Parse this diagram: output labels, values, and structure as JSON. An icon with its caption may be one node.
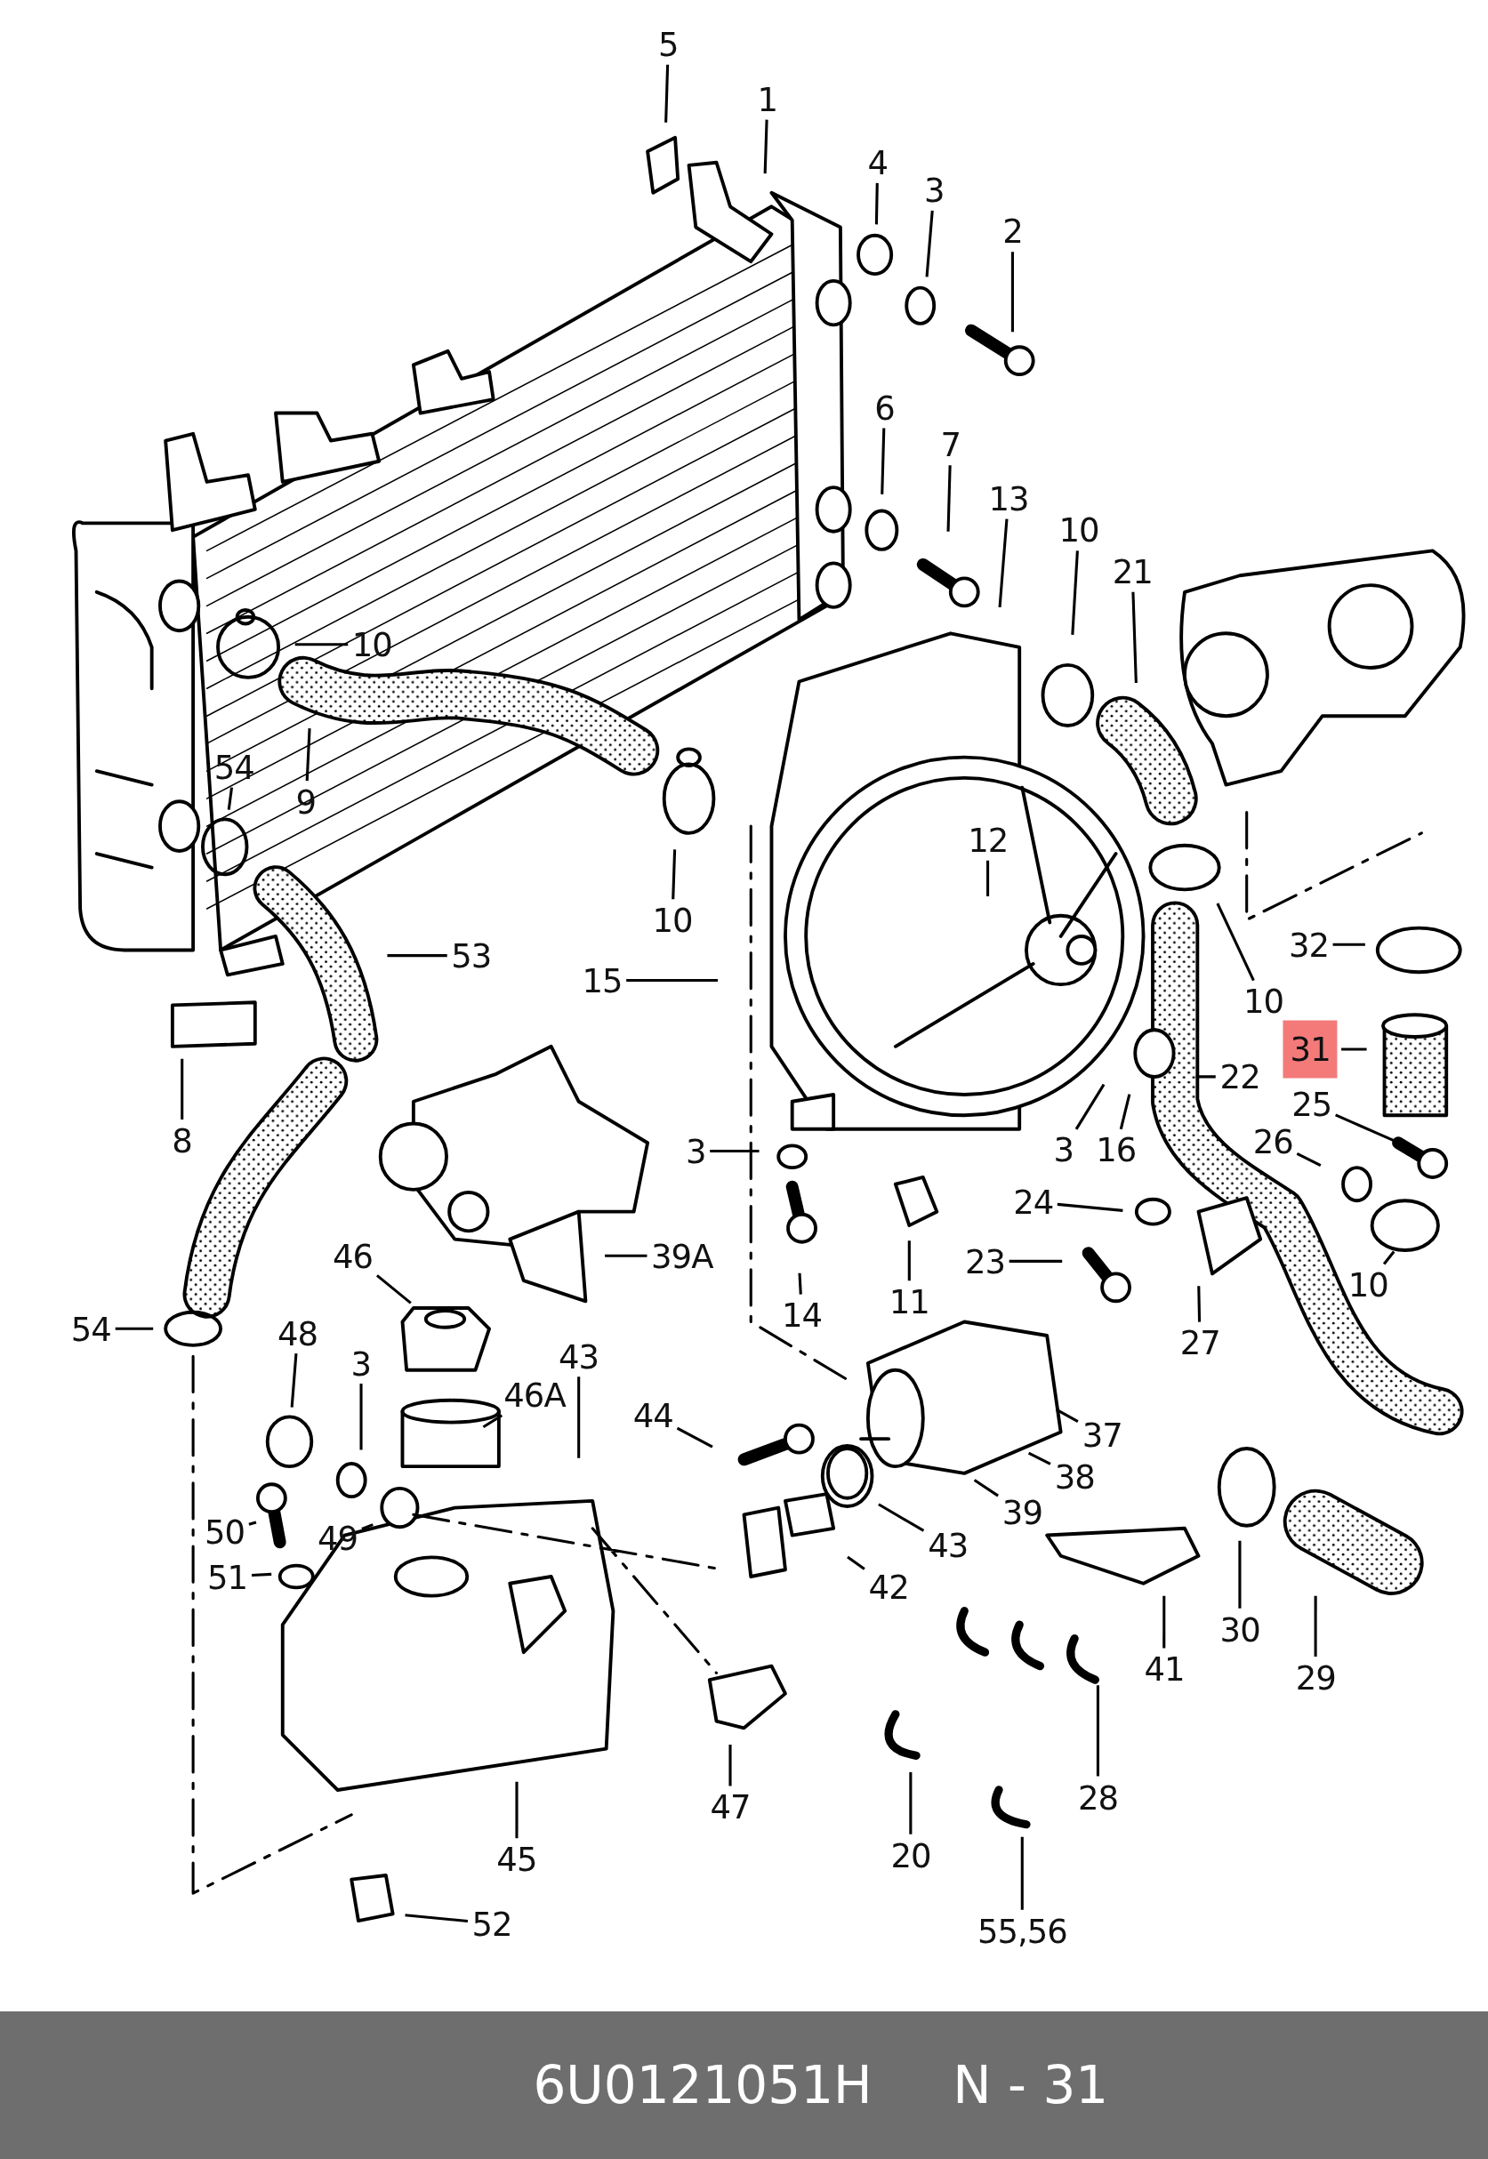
{
  "diagram": {
    "nodes": [
      {
        "text": [
          "5"
        ]
      },
      {
        "text": [
          "1"
        ]
      },
      {
        "text": [
          "4"
        ]
      },
      {
        "text": [
          "3"
        ]
      },
      {
        "text": [
          "2"
        ]
      },
      {
        "text": [
          "6"
        ]
      },
      {
        "text": [
          "7"
        ]
      },
      {
        "text": [
          "13"
        ]
      },
      {
        "text": [
          "10"
        ]
      },
      {
        "text": [
          "21"
        ]
      },
      {
        "text": [
          "10"
        ]
      },
      {
        "text": [
          "54"
        ]
      },
      {
        "text": [
          "9"
        ]
      },
      {
        "text": [
          "12"
        ]
      },
      {
        "text": [
          "10"
        ]
      },
      {
        "text": [
          "53"
        ]
      },
      {
        "text": [
          "32"
        ]
      },
      {
        "text": [
          "15"
        ]
      },
      {
        "text": [
          "10"
        ]
      },
      {
        "text": [
          "31"
        ]
      },
      {
        "text": [
          "22"
        ]
      },
      {
        "text": [
          "25"
        ]
      },
      {
        "text": [
          "8"
        ]
      },
      {
        "text": [
          "26"
        ]
      },
      {
        "text": [
          "3"
        ]
      },
      {
        "text": [
          "3"
        ]
      },
      {
        "text": [
          "16"
        ]
      },
      {
        "text": [
          "24"
        ]
      },
      {
        "text": [
          "39A"
        ]
      },
      {
        "text": [
          "46"
        ]
      },
      {
        "text": [
          "23"
        ]
      },
      {
        "text": [
          "10"
        ]
      },
      {
        "text": [
          "11"
        ]
      },
      {
        "text": [
          "14"
        ]
      },
      {
        "text": [
          "54"
        ]
      },
      {
        "text": [
          "48"
        ]
      },
      {
        "text": [
          "27"
        ]
      },
      {
        "text": [
          "43"
        ]
      },
      {
        "text": [
          "3"
        ]
      },
      {
        "text": [
          "46A"
        ]
      },
      {
        "text": [
          "44"
        ]
      },
      {
        "text": [
          "37"
        ]
      },
      {
        "text": [
          "38"
        ]
      },
      {
        "text": [
          "39"
        ]
      },
      {
        "text": [
          "50"
        ]
      },
      {
        "text": [
          "49"
        ]
      },
      {
        "text": [
          "43"
        ]
      },
      {
        "text": [
          "51"
        ]
      },
      {
        "text": [
          "42"
        ]
      },
      {
        "text": [
          "30"
        ]
      },
      {
        "text": [
          "41"
        ]
      },
      {
        "text": [
          "29"
        ]
      },
      {
        "text": [
          "28"
        ]
      },
      {
        "text": [
          "47"
        ]
      },
      {
        "text": [
          "20"
        ]
      },
      {
        "text": [
          "45"
        ]
      },
      {
        "text": [
          "52"
        ]
      },
      {
        "text": [
          "55,56"
        ]
      }
    ],
    "edges": [
      {
        "from": 0,
        "to": null,
        "arrow": "none"
      },
      {
        "from": 1,
        "to": null,
        "arrow": "none"
      },
      {
        "from": 2,
        "to": null,
        "arrow": "none"
      },
      {
        "from": 3,
        "to": null,
        "arrow": "none"
      },
      {
        "from": 4,
        "to": null,
        "arrow": "none"
      },
      {
        "from": 5,
        "to": null,
        "arrow": "none"
      },
      {
        "from": 6,
        "to": null,
        "arrow": "none"
      },
      {
        "from": 7,
        "to": null,
        "arrow": "none"
      },
      {
        "from": 8,
        "to": null,
        "arrow": "none"
      },
      {
        "from": 9,
        "to": null,
        "arrow": "none"
      },
      {
        "from": 10,
        "to": null,
        "arrow": "none"
      },
      {
        "from": 11,
        "to": null,
        "arrow": "none"
      },
      {
        "from": 12,
        "to": null,
        "arrow": "none"
      },
      {
        "from": 13,
        "to": null,
        "arrow": "none"
      },
      {
        "from": 14,
        "to": null,
        "arrow": "none"
      },
      {
        "from": 15,
        "to": null,
        "arrow": "none"
      },
      {
        "from": 16,
        "to": null,
        "arrow": "none"
      },
      {
        "from": 17,
        "to": null,
        "arrow": "none"
      },
      {
        "from": 18,
        "to": null,
        "arrow": "none"
      },
      {
        "from": 19,
        "to": null,
        "arrow": "none"
      },
      {
        "from": 20,
        "to": null,
        "arrow": "none"
      },
      {
        "from": 21,
        "to": null,
        "arrow": "none"
      },
      {
        "from": 22,
        "to": null,
        "arrow": "none"
      },
      {
        "from": 23,
        "to": null,
        "arrow": "none"
      },
      {
        "from": 24,
        "to": null,
        "arrow": "none"
      },
      {
        "from": 25,
        "to": null,
        "arrow": "none"
      },
      {
        "from": 26,
        "to": null,
        "arrow": "none"
      },
      {
        "from": 27,
        "to": null,
        "arrow": "none"
      },
      {
        "from": 28,
        "to": null,
        "arrow": "none"
      },
      {
        "from": 29,
        "to": null,
        "arrow": "none"
      },
      {
        "from": 30,
        "to": null,
        "arrow": "none"
      },
      {
        "from": 31,
        "to": null,
        "arrow": "none"
      },
      {
        "from": 32,
        "to": null,
        "arrow": "none"
      },
      {
        "from": 33,
        "to": null,
        "arrow": "none"
      },
      {
        "from": 34,
        "to": null,
        "arrow": "none"
      },
      {
        "from": 35,
        "to": null,
        "arrow": "none"
      },
      {
        "from": 36,
        "to": null,
        "arrow": "none"
      },
      {
        "from": 37,
        "to": null,
        "arrow": "none"
      },
      {
        "from": 38,
        "to": null,
        "arrow": "none"
      },
      {
        "from": 39,
        "to": null,
        "arrow": "none"
      },
      {
        "from": 40,
        "to": null,
        "arrow": "none"
      },
      {
        "from": 41,
        "to": null,
        "arrow": "none"
      },
      {
        "from": 42,
        "to": null,
        "arrow": "none"
      },
      {
        "from": 43,
        "to": null,
        "arrow": "none"
      },
      {
        "from": 44,
        "to": null,
        "arrow": "none"
      },
      {
        "from": 45,
        "to": null,
        "arrow": "none"
      },
      {
        "from": 46,
        "to": null,
        "arrow": "none"
      },
      {
        "from": 47,
        "to": null,
        "arrow": "none"
      },
      {
        "from": 48,
        "to": null,
        "arrow": "none"
      },
      {
        "from": 49,
        "to": null,
        "arrow": "none"
      },
      {
        "from": 50,
        "to": null,
        "arrow": "none"
      },
      {
        "from": 51,
        "to": null,
        "arrow": "none"
      },
      {
        "from": 52,
        "to": null,
        "arrow": "none"
      },
      {
        "from": 53,
        "to": null,
        "arrow": "none"
      },
      {
        "from": 54,
        "to": null,
        "arrow": "none"
      },
      {
        "from": 55,
        "to": null,
        "arrow": "none"
      },
      {
        "from": 56,
        "to": null,
        "arrow": "none"
      },
      {
        "from": 57,
        "to": null,
        "arrow": "none"
      }
    ],
    "labels": [
      "6U0121051H",
      "N - 31"
    ]
  }
}
